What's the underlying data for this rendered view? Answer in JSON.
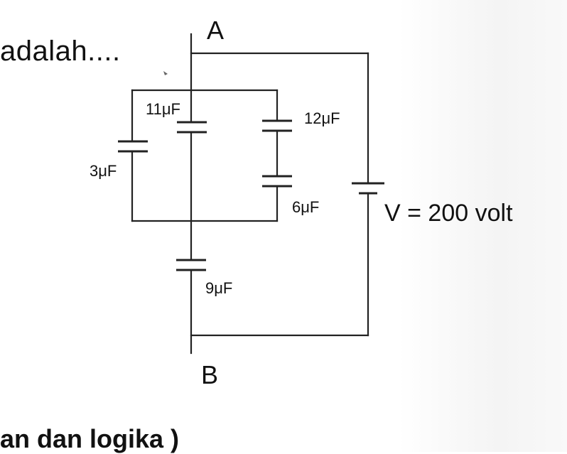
{
  "intro_text": "adalah....",
  "nodes": {
    "a": "A",
    "b": "B"
  },
  "capacitors": {
    "c11": "11μF",
    "c12": "12μF",
    "c3": "3μF",
    "c6": "6μF",
    "c9": "9μF"
  },
  "source_label": "V = 200 volt",
  "footer_text": "an dan logika )"
}
